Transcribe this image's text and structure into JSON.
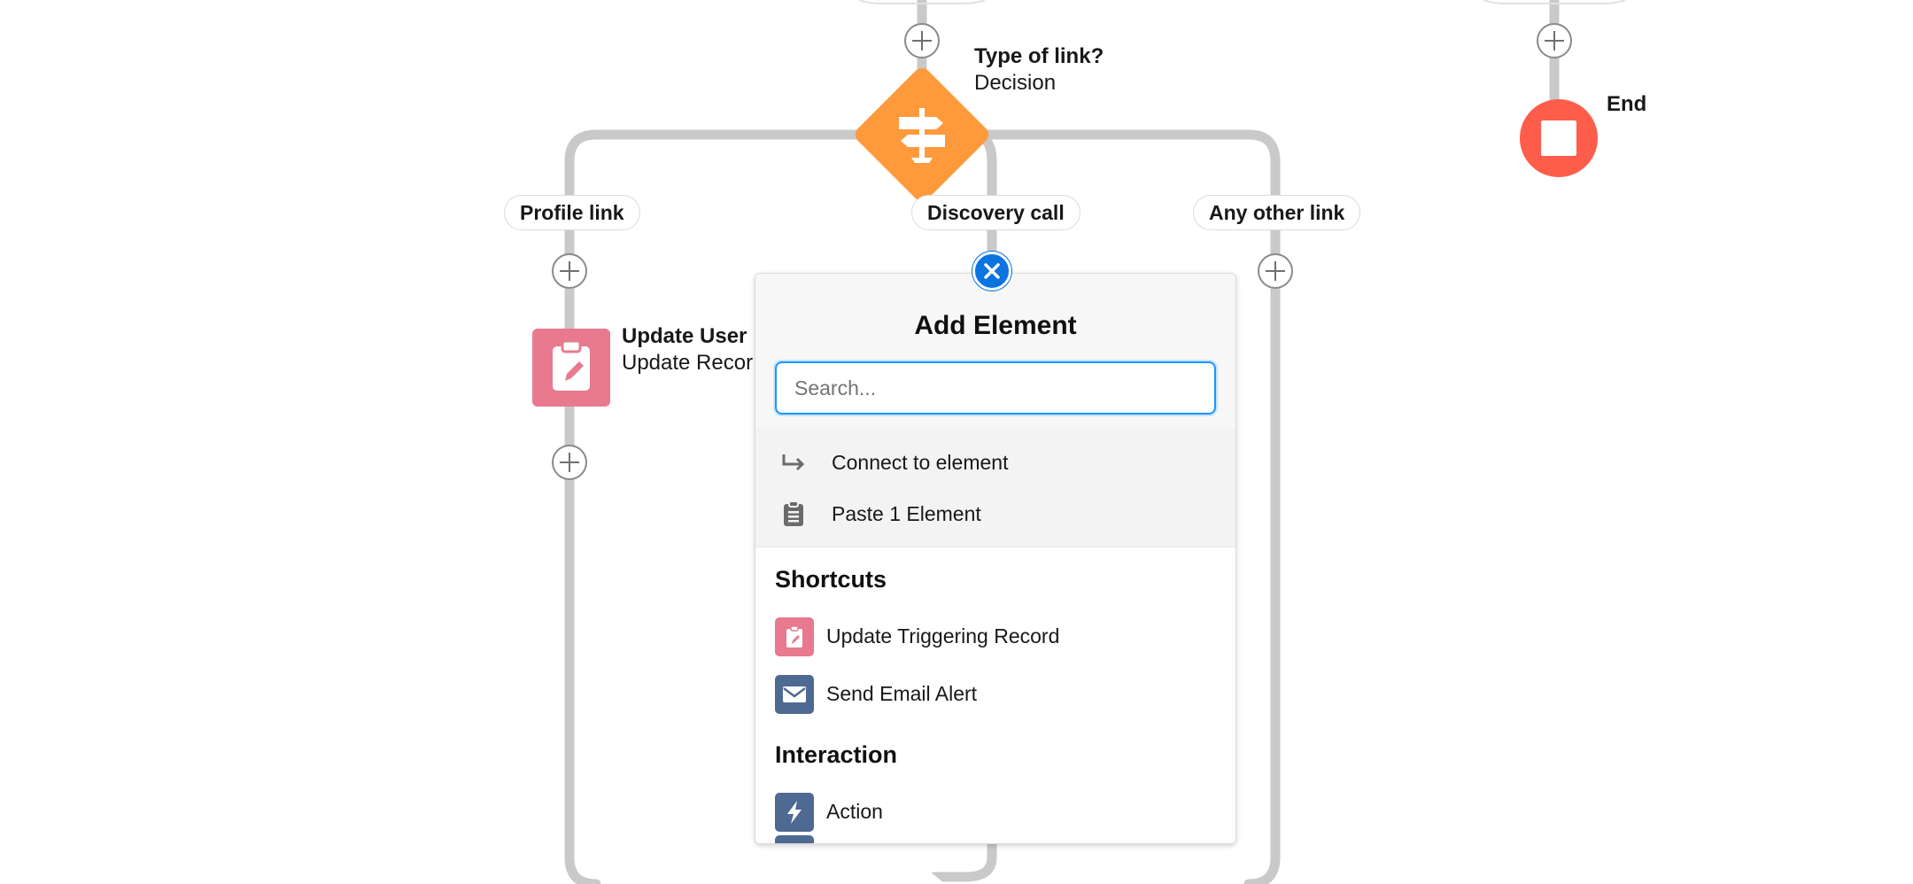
{
  "decision_node": {
    "title": "Type of link?",
    "subtitle": "Decision",
    "icon": "signpost-icon",
    "color": "#ff9a3c"
  },
  "end_node": {
    "title": "End",
    "icon": "stop-icon",
    "color": "#ff5d4b"
  },
  "branches": [
    {
      "label": "Profile link"
    },
    {
      "label": "Discovery call"
    },
    {
      "label": "Any other link"
    }
  ],
  "update_node": {
    "title": "Update User",
    "subtitle": "Update Recor",
    "icon": "clipboard-edit-icon",
    "color": "#e8798f"
  },
  "add_element_panel": {
    "title": "Add Element",
    "search_placeholder": "Search...",
    "quick_actions": [
      {
        "label": "Connect to element",
        "icon": "connector-arrow-icon"
      },
      {
        "label": "Paste 1 Element",
        "icon": "clipboard-paste-icon"
      }
    ],
    "sections": [
      {
        "title": "Shortcuts",
        "items": [
          {
            "label": "Update Triggering Record",
            "icon": "clipboard-edit-icon",
            "color": "#e8798f"
          },
          {
            "label": "Send Email Alert",
            "icon": "envelope-icon",
            "color": "#4f6a92"
          }
        ]
      },
      {
        "title": "Interaction",
        "items": [
          {
            "label": "Action",
            "icon": "lightning-icon",
            "color": "#4f6a92"
          }
        ]
      }
    ]
  },
  "colors": {
    "connector": "#c9c9c9",
    "close_button": "#0b74e0",
    "search_focus": "#1b96ff"
  }
}
